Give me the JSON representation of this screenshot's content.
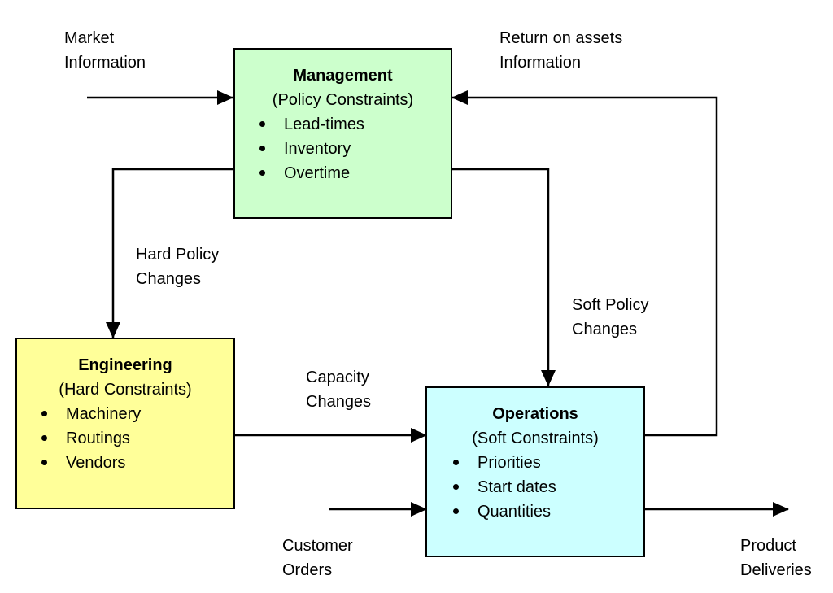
{
  "colors": {
    "management_fill": "#ccffcc",
    "engineering_fill": "#ffff99",
    "operations_fill": "#ccffff",
    "line": "#000000"
  },
  "boxes": {
    "management": {
      "title": "Management",
      "subtitle": "(Policy Constraints)",
      "items": [
        "Lead-times",
        "Inventory",
        "Overtime"
      ]
    },
    "engineering": {
      "title": "Engineering",
      "subtitle": "(Hard Constraints)",
      "items": [
        "Machinery",
        "Routings",
        "Vendors"
      ]
    },
    "operations": {
      "title": "Operations",
      "subtitle": "(Soft Constraints)",
      "items": [
        "Priorities",
        "Start dates",
        "Quantities"
      ]
    }
  },
  "labels": {
    "market_info": [
      "Market",
      "Information"
    ],
    "return_info": [
      "Return on assets",
      "Information"
    ],
    "hard_policy": [
      "Hard Policy",
      "Changes"
    ],
    "soft_policy": [
      "Soft Policy",
      "Changes"
    ],
    "capacity": [
      "Capacity",
      "Changes"
    ],
    "customer_orders": [
      "Customer",
      "Orders"
    ],
    "product_deliveries": [
      "Product",
      "Deliveries"
    ]
  }
}
